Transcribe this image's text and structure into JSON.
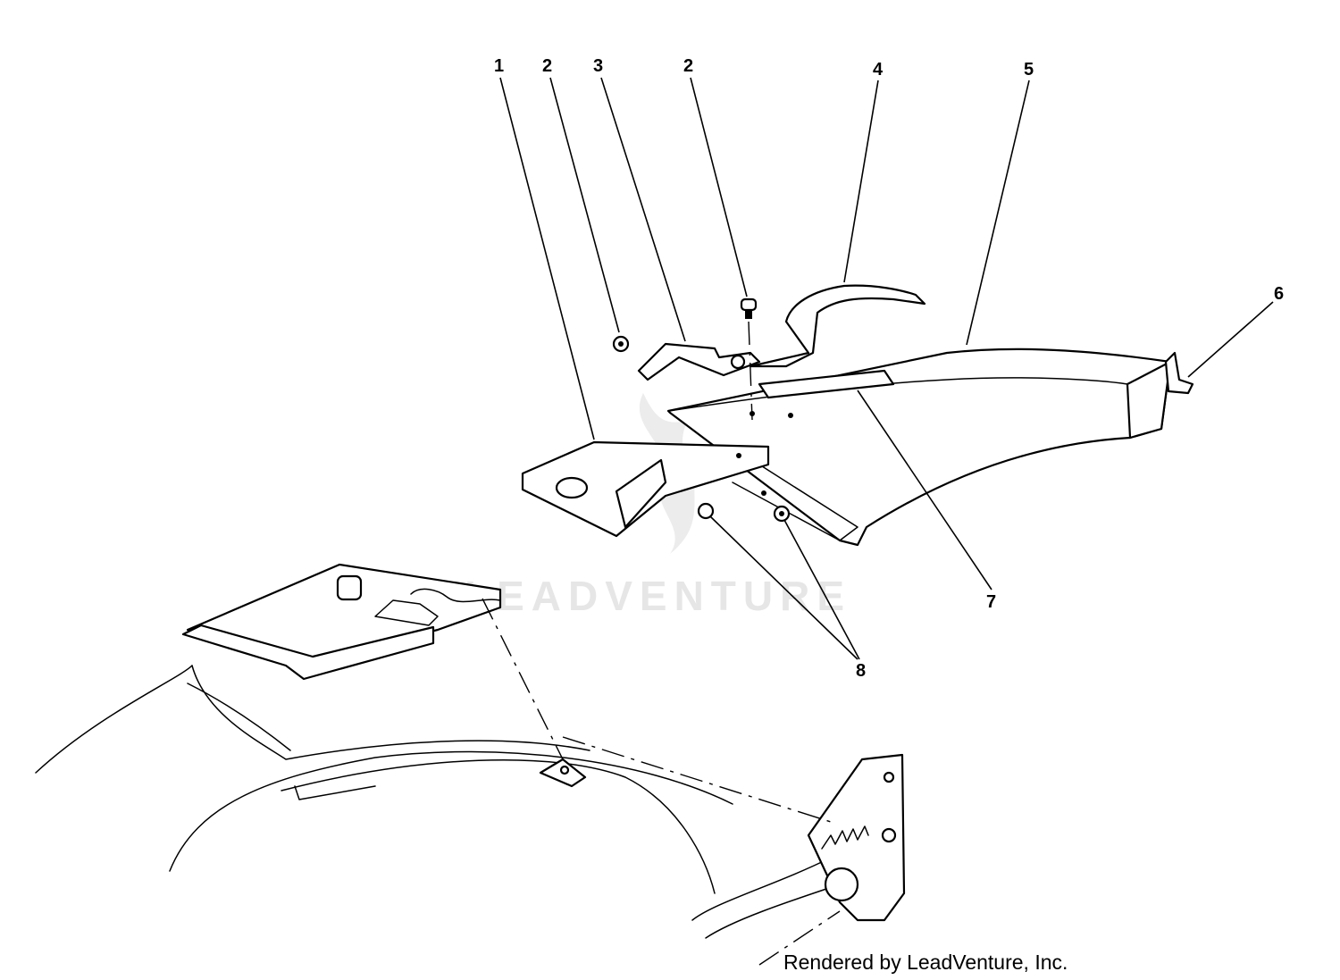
{
  "watermark": {
    "text": "LEADVENTURE"
  },
  "credit": {
    "text": "Rendered by LeadVenture, Inc."
  },
  "callouts": {
    "c1": "1",
    "c2a": "2",
    "c3": "3",
    "c2b": "2",
    "c4": "4",
    "c5": "5",
    "c6": "6",
    "c7": "7",
    "c8": "8"
  }
}
